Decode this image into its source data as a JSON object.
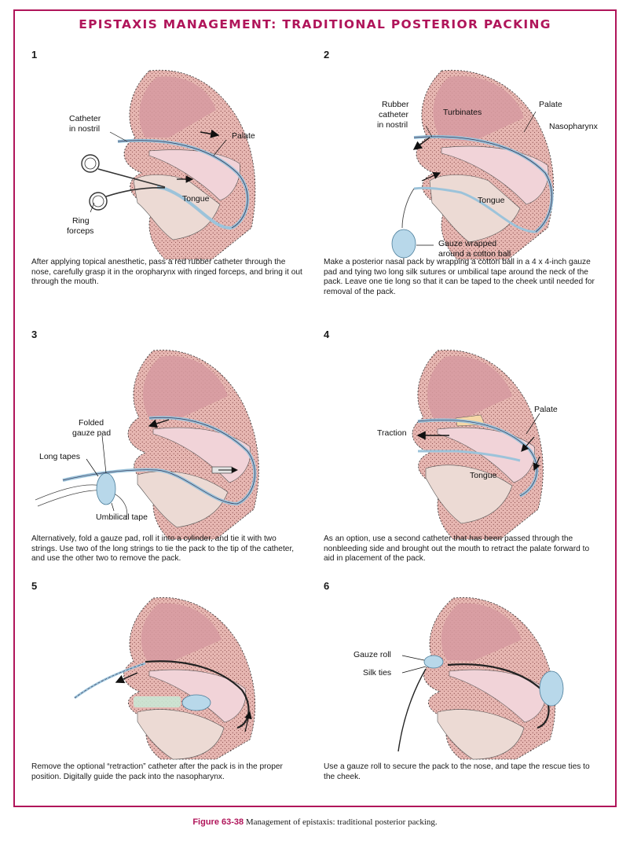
{
  "title": "EPISTAXIS MANAGEMENT: TRADITIONAL POSTERIOR PACKING",
  "panels": [
    {
      "number": "1",
      "labels": [
        "Catheter",
        "in nostril",
        "Palate",
        "Tongue",
        "Ring",
        "forceps"
      ],
      "caption": "After applying topical anesthetic, pass a red rubber catheter through the nose, carefully grasp it in the oropharynx with ringed forceps, and bring it out through the mouth."
    },
    {
      "number": "2",
      "labels": [
        "Rubber",
        "catheter",
        "in nostril",
        "Turbinates",
        "Palate",
        "Nasopharynx",
        "Tongue",
        "Gauze wrapped",
        "around a cotton ball"
      ],
      "caption": "Make a posterior nasal pack by wrapping a cotton ball in a 4 x 4-inch gauze pad and tying two long silk sutures or umbilical tape around the neck of the pack. Leave one tie long so that it can be taped to the cheek until needed for removal of the pack."
    },
    {
      "number": "3",
      "labels": [
        "Folded",
        "gauze pad",
        "Long tapes",
        "Umbilical tape"
      ],
      "caption": "Alternatively, fold a gauze pad, roll it into a cylinder, and tie it with two strings. Use two of the long strings to tie the pack to the tip of the catheter, and use the other two to remove the pack."
    },
    {
      "number": "4",
      "labels": [
        "Palate",
        "Traction",
        "Tongue"
      ],
      "caption": "As an option, use a second catheter that has been passed through the nonbleeding side and brought out the mouth to retract the palate forward to aid in placement of the pack."
    },
    {
      "number": "5",
      "labels": [],
      "caption": "Remove the optional “retraction” catheter after the pack is in the proper position. Digitally guide the pack into the nasopharynx."
    },
    {
      "number": "6",
      "labels": [
        "Gauze roll",
        "Silk ties"
      ],
      "caption": "Use a gauze roll to secure the pack to the nose, and tape the rescue ties to the cheek."
    }
  ],
  "figure": {
    "label": "Figure 63-38",
    "text": "Management of epistaxis: traditional posterior packing."
  },
  "colors": {
    "accent": "#b0155a",
    "tissue": "#e9b9b6",
    "palate": "#f3d7dc",
    "skin": "#e8d6cf",
    "catheter": "#cfe3ef",
    "gauze": "#b8d8ea"
  }
}
